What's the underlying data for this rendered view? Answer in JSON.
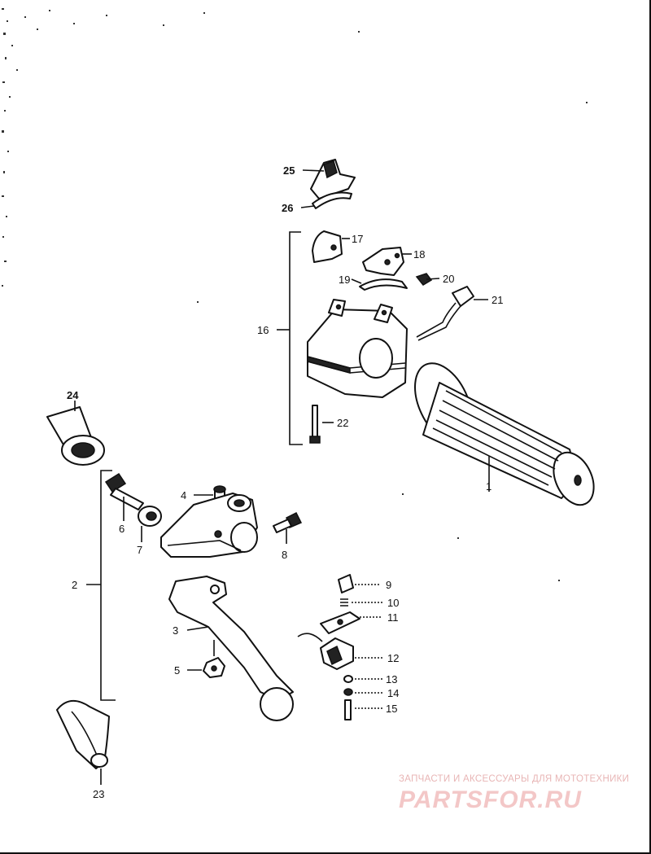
{
  "parts": {
    "p1": "1",
    "p2": "2",
    "p3": "3",
    "p4": "4",
    "p5": "5",
    "p6": "6",
    "p7": "7",
    "p8": "8",
    "p9": "9",
    "p10": "10",
    "p11": "11",
    "p12": "12",
    "p13": "13",
    "p14": "14",
    "p15": "15",
    "p16": "16",
    "p17": "17",
    "p18": "18",
    "p19": "19",
    "p20": "20",
    "p21": "21",
    "p22": "22",
    "p23": "23",
    "p24": "24",
    "p25": "25",
    "p26": "26"
  },
  "watermark": {
    "tagline": "ЗАПЧАСТИ И АКСЕССУАРЫ ДЛЯ МОТОТЕХНИКИ",
    "logo": "PARTSFOR.RU"
  }
}
